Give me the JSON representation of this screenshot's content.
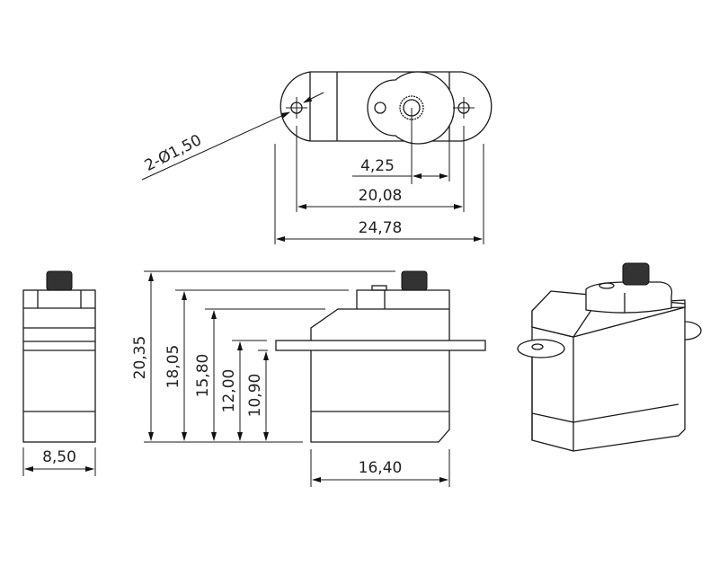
{
  "title": "Micro servo dimension drawing",
  "dimensions": {
    "hole_callout": "2-Ø1,50",
    "spline_offset": "4,25",
    "hole_spacing": "20,08",
    "overall_length": "24,78",
    "height_total": "20,35",
    "height_boss": "18,05",
    "height_case": "15,80",
    "height_flange_top": "12,00",
    "height_flange_bottom": "10,90",
    "body_length": "16,40",
    "body_width": "8,50"
  },
  "colors": {
    "line": "#1a1a1a",
    "background": "#ffffff"
  }
}
